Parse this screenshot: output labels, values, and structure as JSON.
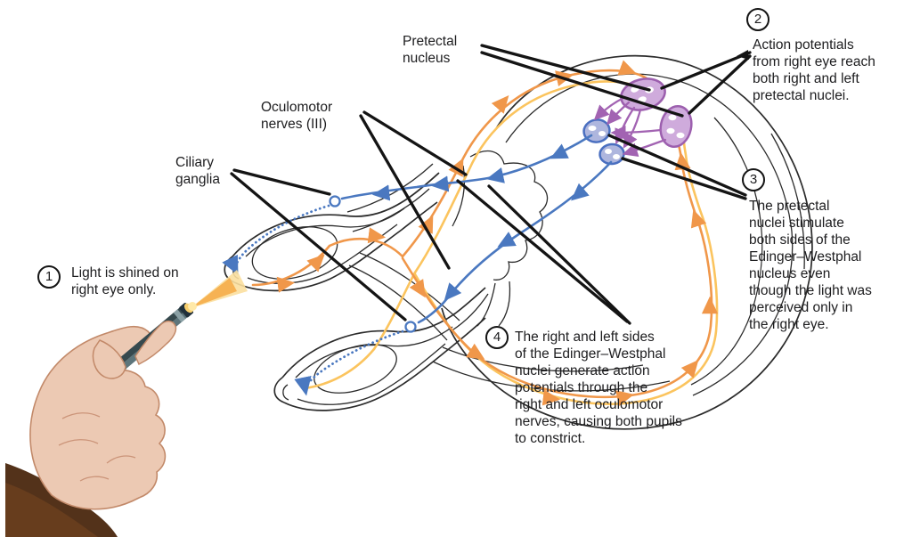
{
  "figure_labels": {
    "pretectal": {
      "lines": [
        "Pretectal",
        "nucleus"
      ]
    },
    "oculomotor": {
      "lines": [
        "Oculomotor",
        "nerves (III)"
      ]
    },
    "ciliary": {
      "lines": [
        "Ciliary",
        "ganglia"
      ]
    }
  },
  "steps": [
    {
      "number": "1",
      "text": "Light is shined on right eye only.",
      "lines": [
        "Light is shined on",
        "right eye only."
      ]
    },
    {
      "number": "2",
      "text": "Action potentials from right eye reach both right and left pretectal nuclei.",
      "lines": [
        "Action potentials",
        "from right eye reach",
        "both right and left",
        "pretectal nuclei."
      ]
    },
    {
      "number": "3",
      "text": "The pretectal nuclei stimulate both sides of the Edinger–Westphal nucleus even though the light was perceived only in the right eye.",
      "lines": [
        "The pretectal",
        "nuclei stimulate",
        "both sides of the",
        "Edinger–Westphal",
        "nucleus even",
        "though the light was",
        "perceived only in",
        "the right eye."
      ]
    },
    {
      "number": "4",
      "text": "The right and left sides of the Edinger–Westphal nuclei generate action potentials through the right and left oculomotor nerves, causing both pupils to constrict.",
      "lines": [
        "The right and left sides",
        "of the Edinger–Westphal",
        "nuclei generate action",
        "potentials through the",
        "right and left oculomotor",
        "nerves, causing both pupils",
        "to constrict."
      ]
    }
  ],
  "colors": {
    "signal_right_eye": "#f0974a",
    "pathway_left_eye": "#fbc45e",
    "interneuron_purple": "#a263b2",
    "oculomotor_blue": "#4a78c0",
    "pretectal_fill": "#cfabdc",
    "pretectal_stroke": "#9c5fae",
    "ew_fill": "#aeb6de",
    "ew_stroke": "#4a6fc0",
    "leader_black": "#141414"
  }
}
